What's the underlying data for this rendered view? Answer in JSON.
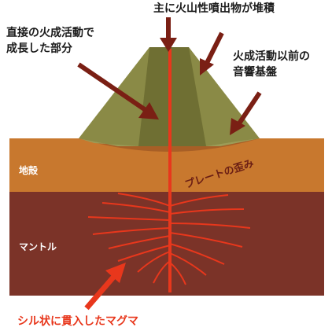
{
  "labels": {
    "direct_growth_line1": "直接の火成活動で",
    "direct_growth_line2": "成長した部分",
    "deposit": "主に火山性噴出物が堆積",
    "basement_line1": "火成活動以前の",
    "basement_line2": "音響基盤",
    "crust": "地殻",
    "mantle": "マントル",
    "plate_strain": "プレートの歪み",
    "sill_magma": "シル状に貫入したマグマ"
  },
  "colors": {
    "mantle": "#7b3328",
    "crust": "#c8782e",
    "cone_light": "#8a8a46",
    "cone_dark": "#6f6f33",
    "magma": "#e8371c",
    "arrow": "#7a1f14",
    "sill_arrow": "#e8371c"
  }
}
